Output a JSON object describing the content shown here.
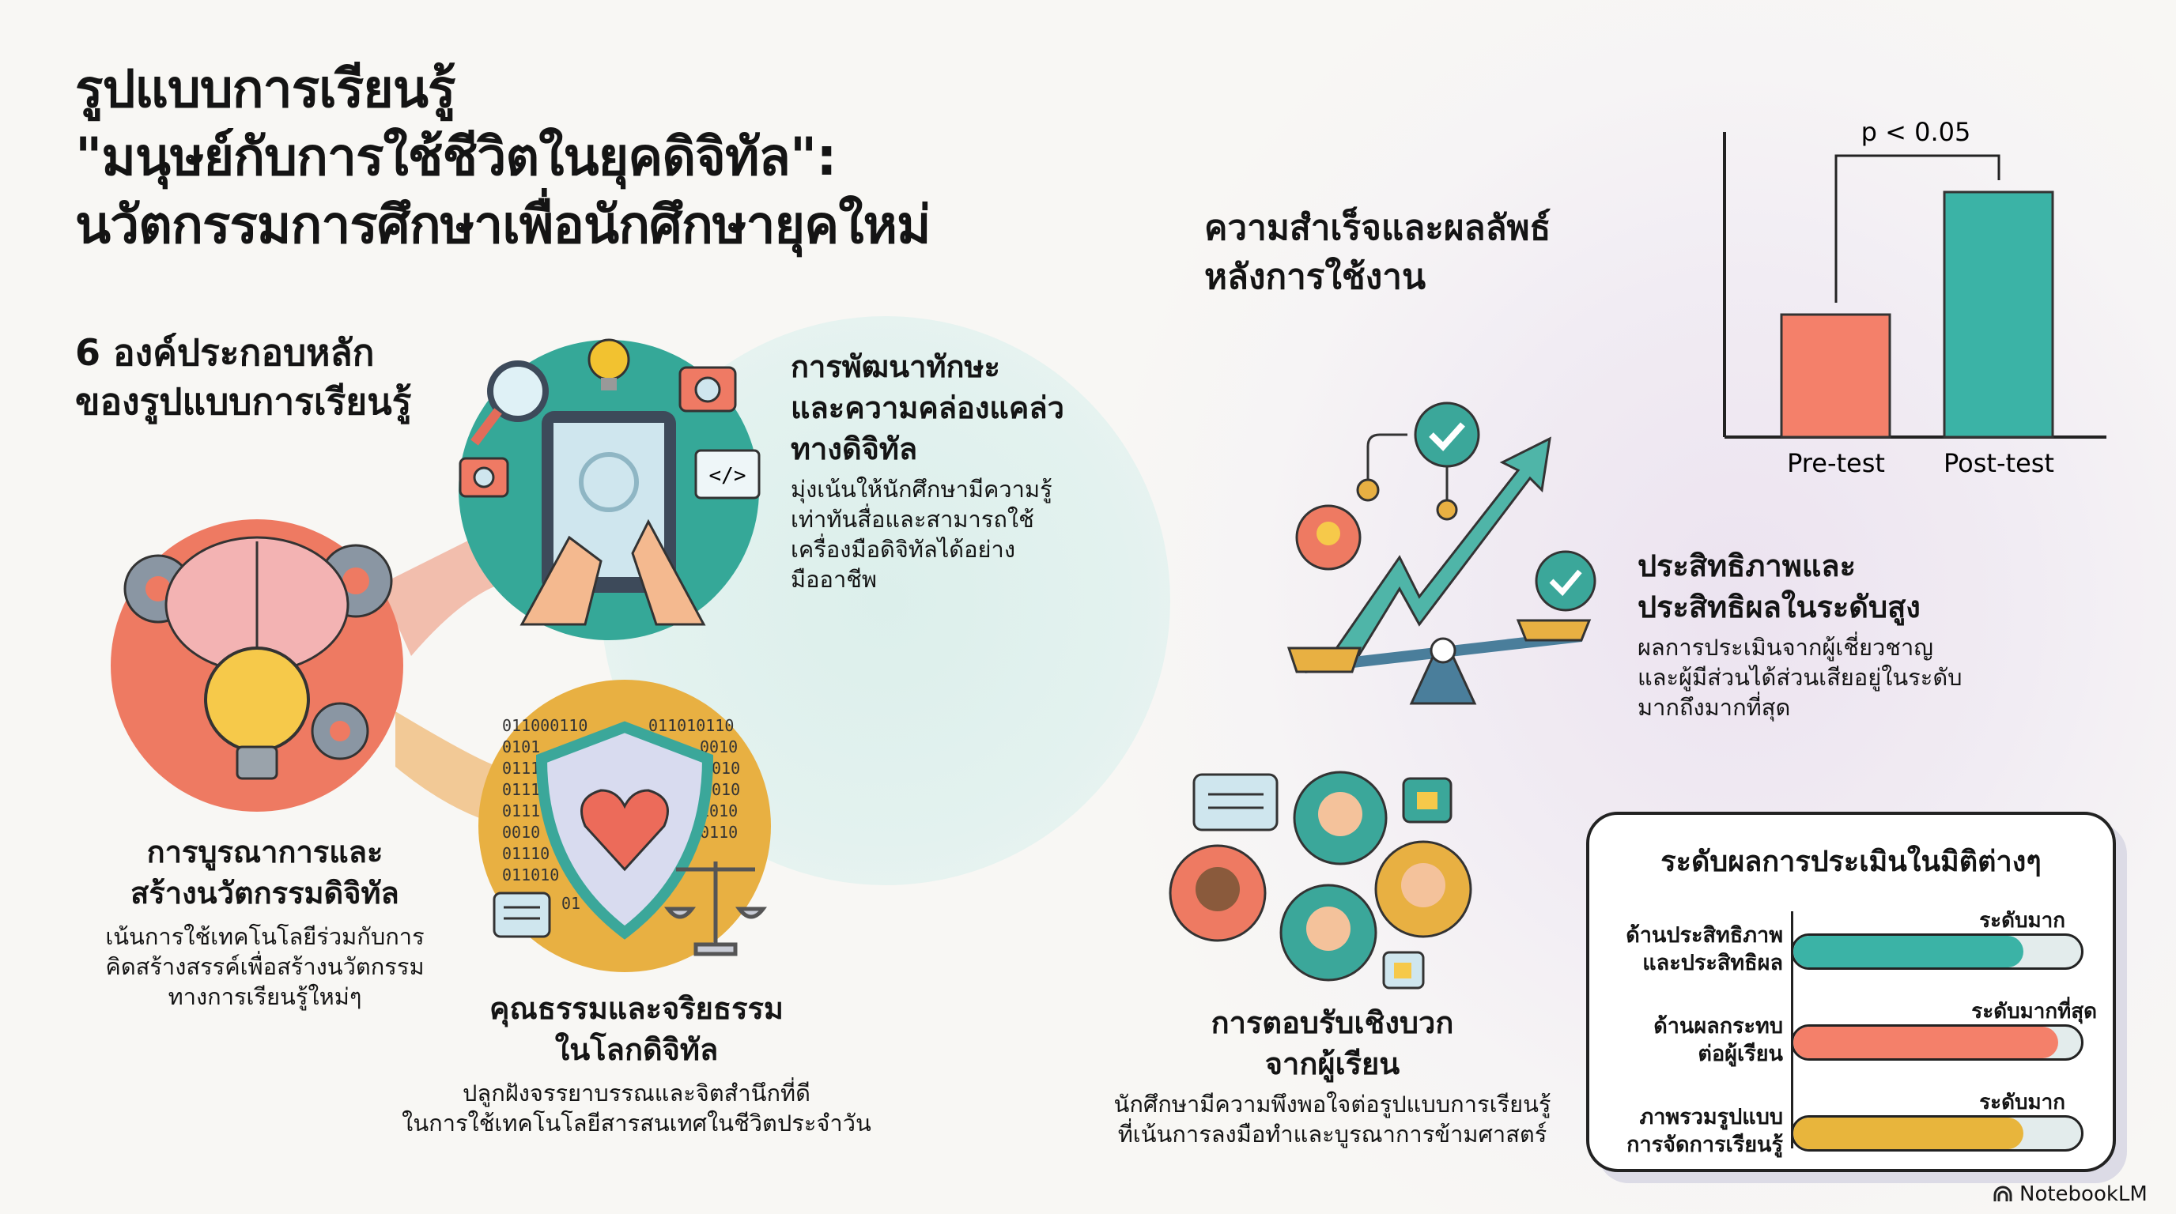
{
  "title": {
    "lines": [
      "รูปแบบการเรียนรู้",
      "\"มนุษย์กับการใช้ชีวิตในยุคดิจิทัล\":",
      "นวัตกรรมการศึกษาเพื่อนักศึกษายุคใหม่"
    ]
  },
  "components": {
    "heading": [
      "6 องค์ประกอบหลัก",
      "ของรูปแบบการเรียนรู้"
    ],
    "items": [
      {
        "title": [
          "การพัฒนาทักษะ",
          "และความคล่องแคล่ว",
          "ทางดิจิทัล"
        ],
        "body": [
          "มุ่งเน้นให้นักศึกษามีความรู้",
          "เท่าทันสื่อและสามารถใช้",
          "เครื่องมือดิจิทัลได้อย่าง",
          "มืออาชีพ"
        ]
      },
      {
        "title": [
          "การบูรณาการและ",
          "สร้างนวัตกรรมดิจิทัล"
        ],
        "body": [
          "เน้นการใช้เทคโนโลยีร่วมกับการ",
          "คิดสร้างสรรค์เพื่อสร้างนวัตกรรม",
          "ทางการเรียนรู้ใหม่ๆ"
        ]
      },
      {
        "title": [
          "คุณธรรมและจริยธรรม",
          "ในโลกดิจิทัล"
        ],
        "body": [
          "ปลูกฝังจรรยาบรรณและจิตสำนึกที่ดี",
          "ในการใช้เทคโนโลยีสารสนเทศในชีวิตประจำวัน"
        ]
      }
    ],
    "binary_left": [
      "011000110",
      "0101",
      "0111",
      "0111",
      "0111",
      "0010",
      "01110",
      "011010"
    ],
    "binary_right": [
      "011010110",
      "0010",
      "010",
      "010",
      "1010",
      "0110"
    ],
    "binary_small": "01"
  },
  "results": {
    "heading": [
      "ความสำเร็จและผลลัพธ์",
      "หลังการใช้งาน"
    ],
    "efficiency": {
      "title": [
        "ประสิทธิภาพและ",
        "ประสิทธิผลในระดับสูง"
      ],
      "body": [
        "ผลการประเมินจากผู้เชี่ยวชาญ",
        "และผู้มีส่วนได้ส่วนเสียอยู่ในระดับ",
        "มากถึงมากที่สุด"
      ]
    },
    "feedback": {
      "title": [
        "การตอบรับเชิงบวก",
        "จากผู้เรียน"
      ],
      "body": [
        "นักศึกษามีความพึงพอใจต่อรูปแบบการเรียนรู้",
        "ที่เน้นการลงมือทำและบูรณาการข้ามศาสตร์"
      ]
    }
  },
  "chart_data": {
    "type": "bar",
    "categories": [
      "Pre-test",
      "Post-test"
    ],
    "values": [
      0.5,
      1.0
    ],
    "annotation": "p < 0.05",
    "colors": [
      "#f4806a",
      "#3bb3a6"
    ]
  },
  "rating_card": {
    "title": "ระดับผลการประเมินในมิติต่างๆ",
    "rows": [
      {
        "label": [
          "ด้านประสิทธิภาพ",
          "และประสิทธิผล"
        ],
        "level": "ระดับมาก",
        "fill": 0.8,
        "color": "#3bb3a6"
      },
      {
        "label": [
          "ด้านผลกระทบ",
          "ต่อผู้เรียน"
        ],
        "level": "ระดับมากที่สุด",
        "fill": 0.92,
        "color": "#f4806a"
      },
      {
        "label": [
          "ภาพรวมรูปแบบ",
          "การจัดการเรียนรู้"
        ],
        "level": "ระดับมาก",
        "fill": 0.8,
        "color": "#e8b53c"
      }
    ]
  },
  "brand": "NotebookLM"
}
